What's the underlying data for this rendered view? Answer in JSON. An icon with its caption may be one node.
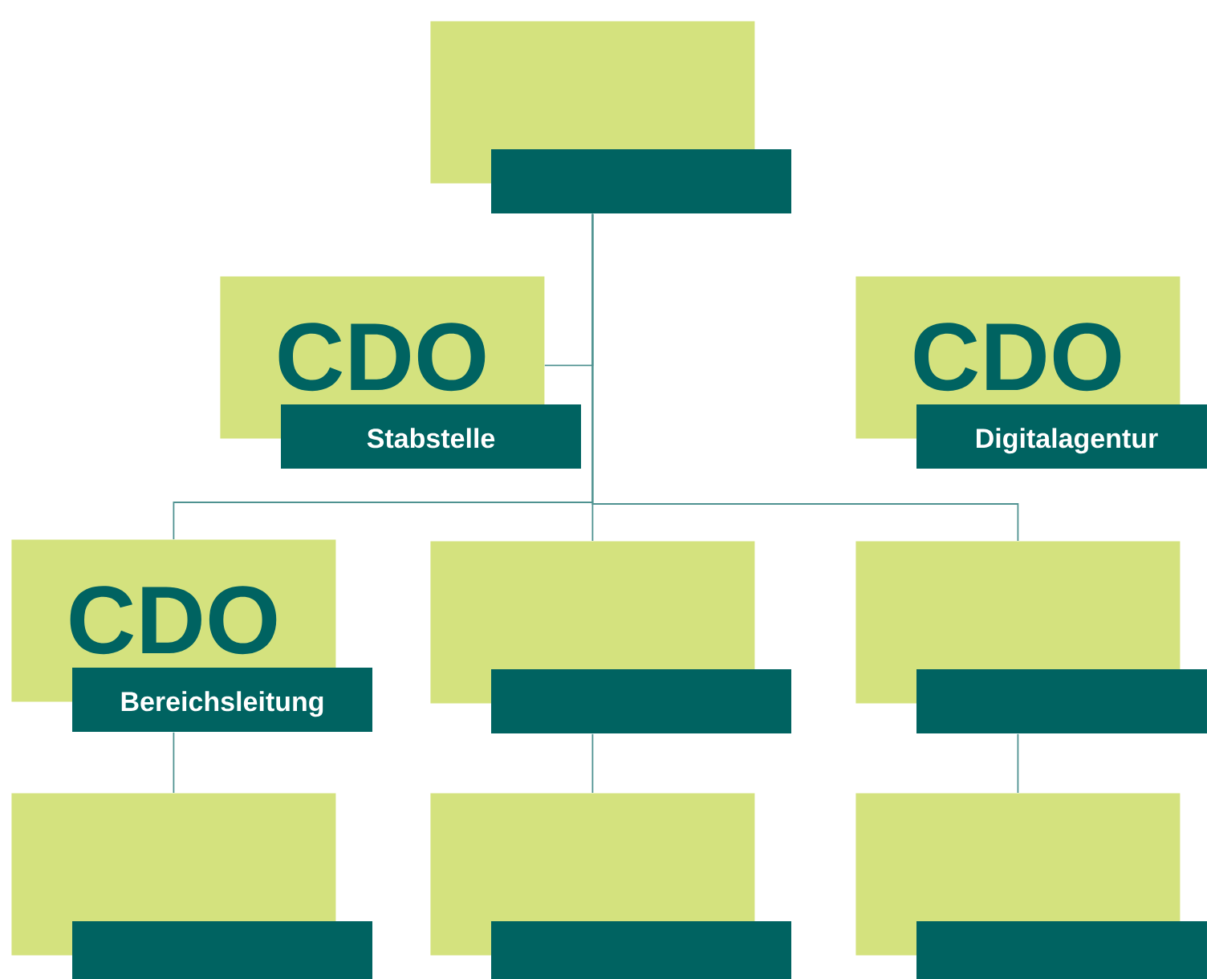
{
  "diagram": {
    "nodes": [
      {
        "text": [],
        "shape": "box"
      },
      {
        "text": [
          "CDO",
          "Stabstelle"
        ]
      },
      {
        "text": [
          "CDO",
          "Digitalagentur"
        ]
      },
      {
        "text": [
          "CDO",
          "Bereichsleitung"
        ]
      },
      {
        "text": [],
        "shape": "box"
      },
      {
        "text": [],
        "shape": "box"
      },
      {
        "text": [],
        "shape": "box"
      },
      {
        "text": [],
        "shape": "box"
      },
      {
        "text": [],
        "shape": "box"
      }
    ],
    "edges": [
      {
        "from": 0,
        "to": 1,
        "arrow": "none"
      },
      {
        "from": 0,
        "to": 3,
        "arrow": "none"
      },
      {
        "from": 0,
        "to": 4,
        "arrow": "none"
      },
      {
        "from": 0,
        "to": 5,
        "arrow": "none"
      },
      {
        "from": 3,
        "to": 6,
        "arrow": "none"
      },
      {
        "from": 4,
        "to": 7,
        "arrow": "none"
      },
      {
        "from": 5,
        "to": 8,
        "arrow": "none"
      }
    ]
  }
}
